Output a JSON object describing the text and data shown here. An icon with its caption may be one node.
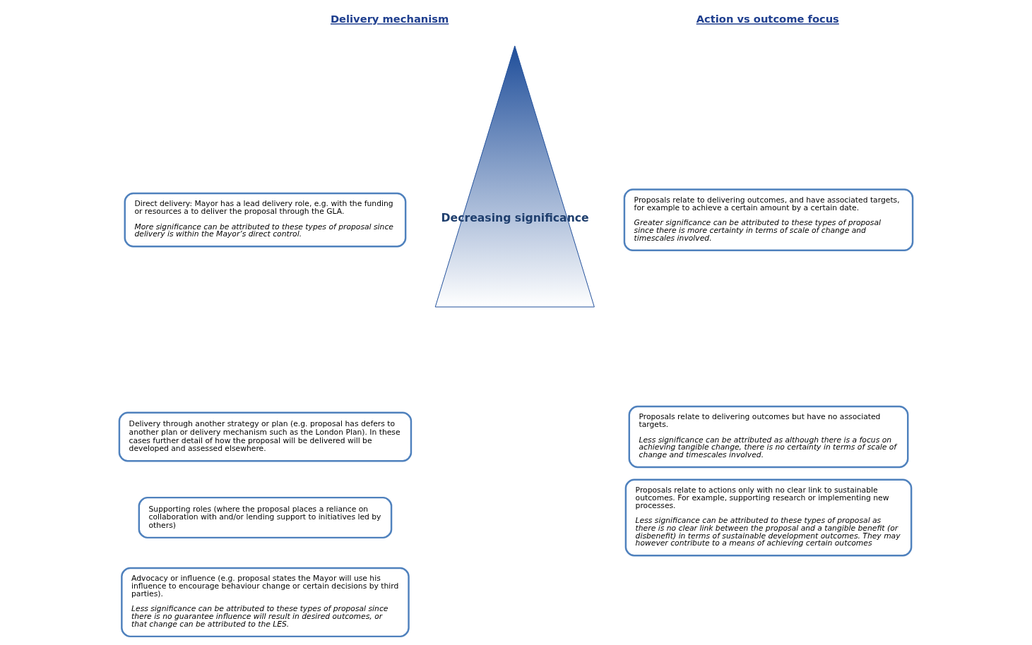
{
  "diagram": {
    "nodes": [
      {
        "text": [
          "Direct delivery: Mayor has a lead delivery role, e.g. with the funding or resources a to deliver the proposal through the GLA.",
          "More significance can be attributed to these types of proposal since delivery is within the Mayor’s direct control."
        ]
      },
      {
        "text": [
          "Delivery through another strategy or plan (e.g. proposal has defers to another plan or delivery mechanism such as the London Plan). In these cases further detail of how the proposal will be delivered will be developed and assessed elsewhere."
        ]
      },
      {
        "text": [
          "Supporting roles (where the proposal places a reliance on collaboration with and/or lending support to initiatives led by others)"
        ]
      },
      {
        "text": [
          "Advocacy or influence (e.g. proposal states the Mayor will use his influence to encourage behaviour change or certain decisions by third parties).",
          "Less significance can be attributed to these types of proposal since there is no guarantee influence will result in desired outcomes, or that change can be attributed to the LES."
        ]
      },
      {
        "text": [
          "Decreasing significance"
        ]
      },
      {
        "text": [
          "Proposals relate to delivering outcomes, and have associated targets, for example to achieve a certain amount by a certain date.",
          "Greater significance can be attributed to these types of proposal since there is more certainty in terms of scale of change and timescales involved."
        ]
      },
      {
        "text": [
          "Proposals relate to delivering outcomes but have no associated targets.",
          "Less significance can be attributed as although there is a focus on achieving tangible change, there is no certainty in terms of scale of change and timescales involved."
        ]
      },
      {
        "text": [
          "Proposals relate to actions only with no clear link to sustainable outcomes. For example, supporting research or implementing new processes.",
          "Less significance can be attributed to these types of proposal as there is no clear link between the proposal and a tangible benefit (or disbenefit) in terms of sustainable development outcomes. They may however contribute to a means of achieving certain outcomes"
        ]
      }
    ],
    "labels": [
      "Delivery mechanism",
      "Action vs outcome focus"
    ]
  }
}
